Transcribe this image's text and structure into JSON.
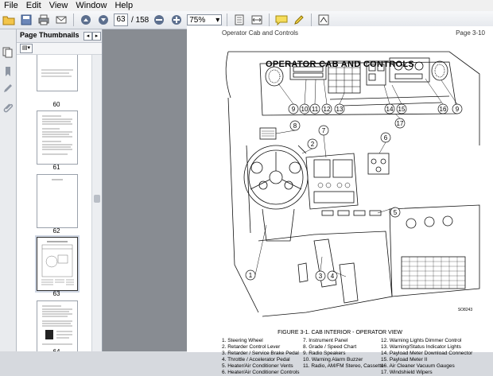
{
  "menu": {
    "items": [
      "File",
      "Edit",
      "View",
      "Window",
      "Help"
    ]
  },
  "toolbar": {
    "current_page": "63",
    "page_total": "/ 158",
    "zoom": "75%",
    "icons": [
      "open-folder-icon",
      "save-icon",
      "print-icon",
      "email-icon",
      "previous-page-icon",
      "next-page-icon",
      "zoom-out-icon",
      "zoom-in-icon",
      "zoom-dropdown-icon",
      "fit-page-icon",
      "fit-width-icon",
      "comment-icon",
      "highlight-icon",
      "sign-icon"
    ]
  },
  "sidebar": {
    "title": "Page Thumbnails",
    "thumbnails": [
      {
        "label": "60"
      },
      {
        "label": "61"
      },
      {
        "label": "62"
      },
      {
        "label": "63",
        "selected": true
      },
      {
        "label": "64"
      }
    ]
  },
  "document": {
    "header_left": "Operator Cab and Controls",
    "header_right": "Page 3-10",
    "title": "OPERATOR CAB AND CONTROLS",
    "callouts": [
      "1",
      "2",
      "3",
      "4",
      "5",
      "6",
      "7",
      "8",
      "9",
      "10",
      "11",
      "12",
      "13",
      "14",
      "15",
      "16",
      "17"
    ],
    "drawing_code": "SO8243",
    "figure_caption": "FIGURE 3-1. CAB INTERIOR - OPERATOR VIEW",
    "legend_col1": [
      "1. Steering Wheel",
      "2. Retarder Control Lever",
      "3. Retarder / Service Brake Pedal",
      "4. Throttle / Accelerator Pedal",
      "5. Heater/Air Conditioner Vents",
      "6. Heater/Air Conditioner Controls"
    ],
    "legend_col2": [
      "7. Instrument Panel",
      "8. Grade / Speed Chart",
      "9. Radio Speakers",
      "10. Warning Alarm Buzzer",
      "11. Radio, AM/FM Stereo, Cassette"
    ],
    "legend_col3": [
      "12. Warning Lights Dimmer Control",
      "13. Warning/Status Indicator Lights",
      "14. Payload Meter Download Connector",
      "15. Payload Meter II",
      "16. Air Cleaner Vacuum Gauges",
      "17. Windshield Wipers"
    ]
  }
}
